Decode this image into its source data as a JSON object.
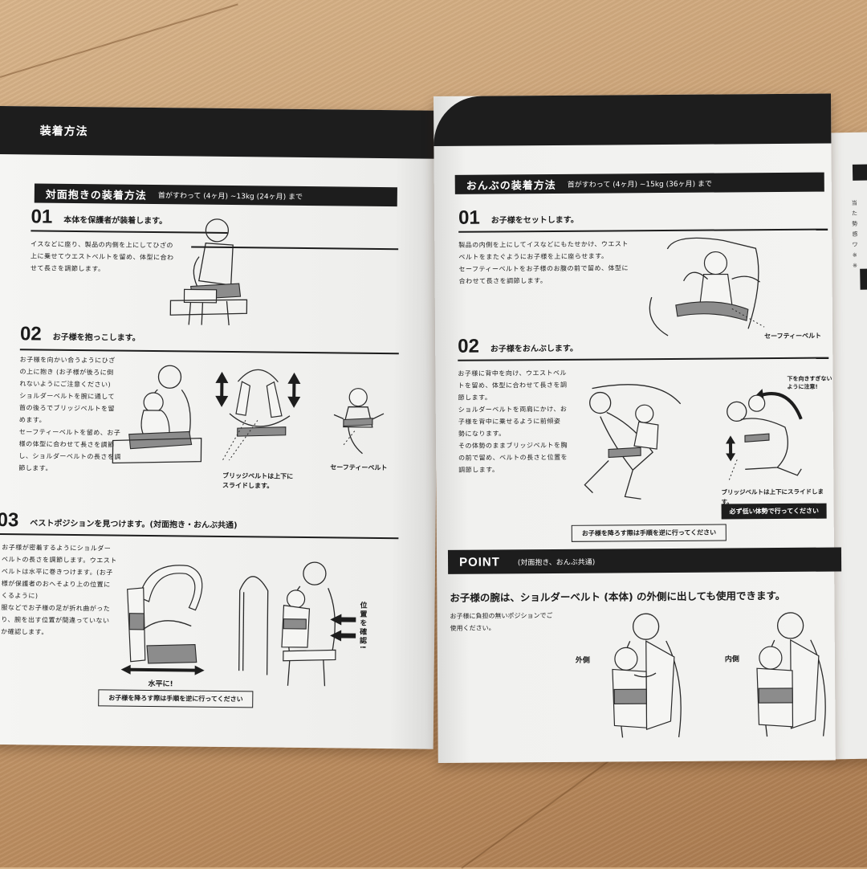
{
  "left_page": {
    "header": "装着方法",
    "section": {
      "title": "対面抱きの装着方法",
      "subtitle": "首がすわって (4ヶ月) ~13kg (24ヶ月) まで"
    },
    "steps": [
      {
        "number": "01",
        "title": "本体を保護者が装着します。",
        "body": [
          "イスなどに座り、製品の内側を上にしてひざの",
          "上に乗せてウエストベルトを留め、体型に合わ",
          "せて長さを調節します。"
        ]
      },
      {
        "number": "02",
        "title": "お子様を抱っこします。",
        "body": [
          "お子様を向かい合うようにひざ",
          "の上に抱き (お子様が後ろに倒",
          "れないようにご注意ください)",
          "ショルダーベルトを腕に通して",
          "首の後ろでブリッジベルトを留",
          "めます。",
          "セーフティーベルトを留め、お子",
          "様の体型に合わせて長さを調節",
          "し、ショルダーベルトの長さを調",
          "節します。"
        ],
        "labels": {
          "bridge_belt": [
            "ブリッジベルトは上下に",
            "スライドします。"
          ],
          "safety_belt": "セーフティーベルト"
        }
      },
      {
        "number": "03",
        "title": "ベストポジションを見つけます。(対面抱き・おんぶ共通)",
        "body": [
          "お子様が密着するようにショルダー",
          "ベルトの長さを調節します。ウエスト",
          "ベルトは水平に巻きつけます。(お子",
          "様が保護者のおへそより上の位置に",
          "くるように)",
          "服などでお子様の足が折れ曲がった",
          "り、腕を出す位置が間違っていない",
          "か確認します。"
        ],
        "labels": {
          "horizontal": "水平に!",
          "check_position": "位置を確認!"
        },
        "notice": "お子様を降ろす際は手順を逆に行ってください"
      }
    ]
  },
  "right_page": {
    "section": {
      "title": "おんぶの装着方法",
      "subtitle": "首がすわって (4ヶ月) ~15kg (36ヶ月) まで"
    },
    "steps": [
      {
        "number": "01",
        "title": "お子様をセットします。",
        "body": [
          "製品の内側を上にしてイスなどにもたせかけ、ウエスト",
          "ベルトをまたぐようにお子様を上に座らせます。",
          "セーフティーベルトをお子様のお腹の前で留め、体型に",
          "合わせて長さを調節します。"
        ],
        "labels": {
          "safety_belt": "セーフティーベルト"
        }
      },
      {
        "number": "02",
        "title": "お子様をおんぶします。",
        "body": [
          "お子様に背中を向け、ウエストベル",
          "トを留め、体型に合わせて長さを調",
          "節します。",
          "ショルダーベルトを両肩にかけ、お",
          "子様を背中に乗せるように前傾姿",
          "勢になります。",
          "その体勢のままブリッジベルトを胸",
          "の前で留め、ベルトの長さと位置を",
          "調節します。"
        ],
        "labels": {
          "caution": [
            "下を向きすぎない",
            "ように注意!"
          ],
          "bridge_belt": "ブリッジベルトは上下にスライドします。",
          "low_posture": "必ず低い体勢で行ってください"
        },
        "notice": "お子様を降ろす際は手順を逆に行ってください"
      }
    ],
    "point": {
      "title": "POINT",
      "subtitle": "(対面抱き、おんぶ共通)",
      "headline": "お子様の腕は、ショルダーベルト (本体) の外側に出しても使用できます。",
      "body": [
        "お子様に負担の無いポジションでご",
        "使用ください。"
      ],
      "labels": {
        "outside": "外側",
        "inside": "内側"
      }
    }
  },
  "colors": {
    "band": "#1d1d1d",
    "paper": "#f2f2f0",
    "table": "#c9a074",
    "strap_gray": "#8c8c8c"
  }
}
